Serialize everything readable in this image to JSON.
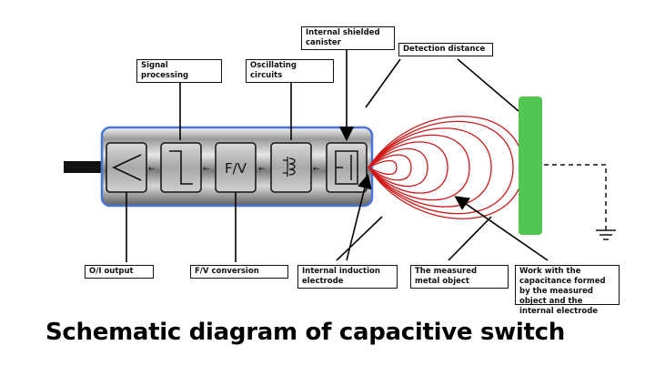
{
  "title": "Schematic diagram of capacitive switch",
  "labels": {
    "internal_shielded_canister": "Internal shielded canister",
    "detection_distance": "Detection distance",
    "signal_processing": "Signal processing",
    "oscillating_circuits": "Oscillating circuits",
    "oi_output": "O/I output",
    "fv_conversion": "F/V conversion",
    "internal_induction_electrode": "Internal induction electrode",
    "measured_metal_object": "The measured metal object",
    "capacitance_note": "Work with the capacitance formed by the measured object and the internal electrode"
  },
  "modules": {
    "fv_text": "F/V"
  },
  "colors": {
    "housing_border": "#4a74d8",
    "field_lines": "#d01818",
    "target_object": "#52c652",
    "cable": "#111111"
  }
}
